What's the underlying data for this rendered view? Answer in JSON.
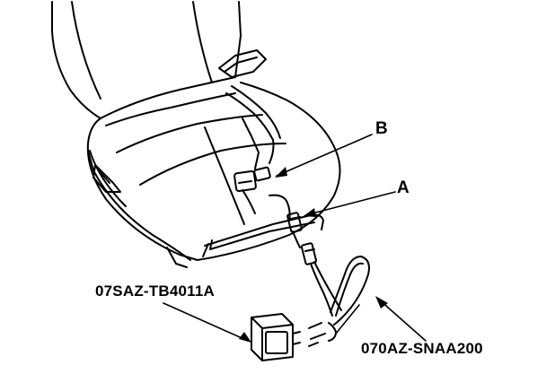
{
  "callouts": {
    "b": "B",
    "a": "A",
    "control_unit": "07SAZ-TB4011A",
    "harness": "070AZ-SNAA200"
  }
}
